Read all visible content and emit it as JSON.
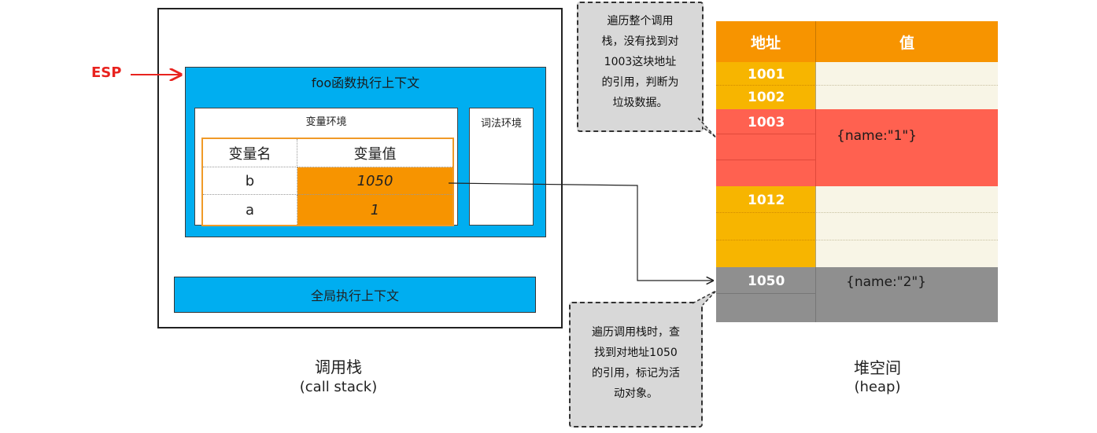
{
  "call_stack": {
    "foo_context_title": "foo函数执行上下文",
    "variable_env_title": "变量环境",
    "lexical_env_title": "词法环境",
    "table_headers": [
      "变量名",
      "变量值"
    ],
    "rows": [
      {
        "name": "b",
        "value": "1050"
      },
      {
        "name": "a",
        "value": "1"
      }
    ],
    "global_context_title": "全局执行上下文",
    "label": "调用栈",
    "label_en": "(call stack)"
  },
  "esp_label": "ESP",
  "heap": {
    "header_address": "地址",
    "header_value": "值",
    "addresses": [
      "1001",
      "1002",
      "1003",
      "1012",
      "1050"
    ],
    "object_1003": "{name:\"1\"}",
    "object_1050": "{name:\"2\"}",
    "label": "堆空间",
    "label_en": "(heap)"
  },
  "callout_top": [
    "遍历整个调用",
    "栈，没有找到对",
    "1003这块地址",
    "的引用，判断为",
    "垃圾数据。"
  ],
  "callout_bottom": [
    "遍历调用栈时，查",
    "找到对地址1050",
    "的引用，标记为活",
    "动对象。"
  ],
  "colors": {
    "context_blue": "#00aef0",
    "value_orange": "#f79400",
    "address_yellow": "#f7b500",
    "garbage_red": "#ff6150",
    "active_gray": "#8f8f8f",
    "esp_red": "#e8231f"
  }
}
